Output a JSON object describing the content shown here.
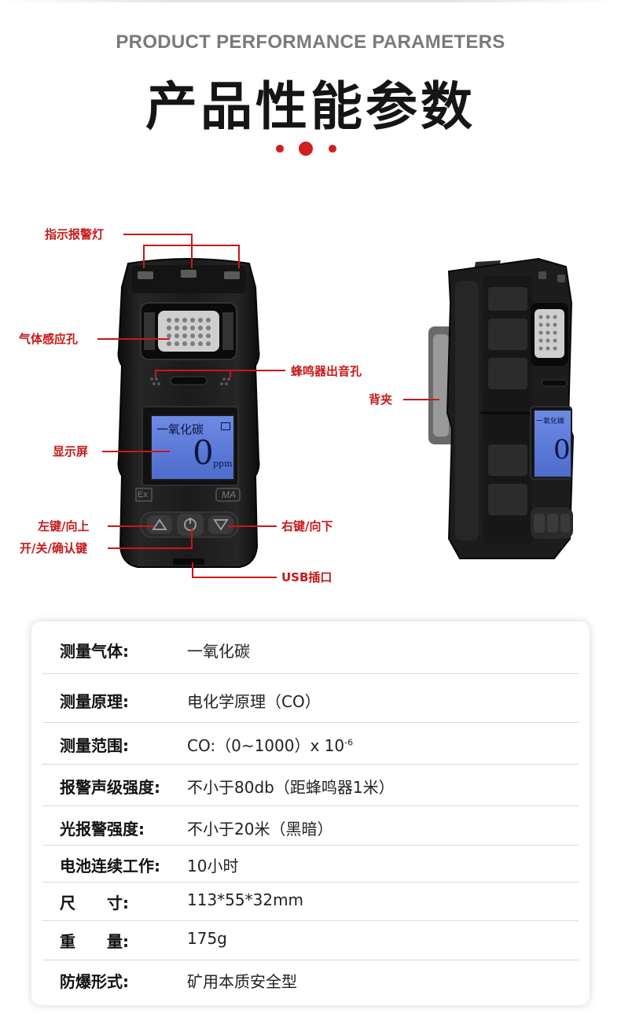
{
  "header": {
    "en_title": "PRODUCT PERFORMANCE PARAMETERS",
    "cn_title": "产品性能参数"
  },
  "callouts": {
    "indicator_light": "指示报警灯",
    "gas_inlet": "气体感应孔",
    "buzzer_outlet": "蜂鸣器出音孔",
    "display": "显示屏",
    "left_up_key": "左键/向上",
    "power_key": "开/关/确认键",
    "right_down_key": "右键/向下",
    "usb_port": "USB插口",
    "back_clip": "背夹"
  },
  "device": {
    "screen_gas": "一氧化碳",
    "screen_value": "0",
    "screen_unit": "ppm",
    "side_screen_gas": "一氧化碳",
    "side_screen_value": "0",
    "badge_ex": "Ex",
    "badge_ma": "MA"
  },
  "specs": [
    {
      "label": "测量气体:",
      "value": "一氧化碳"
    },
    {
      "label": "测量原理:",
      "value": "电化学原理（CO）"
    },
    {
      "label": "测量范围:",
      "value": "CO:（0~1000）x 10",
      "sup": "-6"
    },
    {
      "label": "报警声级强度:",
      "value": "不小于80db（距蜂鸣器1米）"
    },
    {
      "label": "光报警强度:",
      "value": "不小于20米（黑暗）"
    },
    {
      "label": "电池连续工作:",
      "value": "10小时"
    },
    {
      "label": "尺　　寸:",
      "value": "113*55*32mm"
    },
    {
      "label": "重　　量:",
      "value": "175g"
    },
    {
      "label": "防爆形式:",
      "value": "矿用本质安全型"
    }
  ],
  "colors": {
    "accent": "#c81818",
    "dot": "#d21e1e",
    "screen": "#5a78d6",
    "device_body": "#1c1c1c"
  }
}
